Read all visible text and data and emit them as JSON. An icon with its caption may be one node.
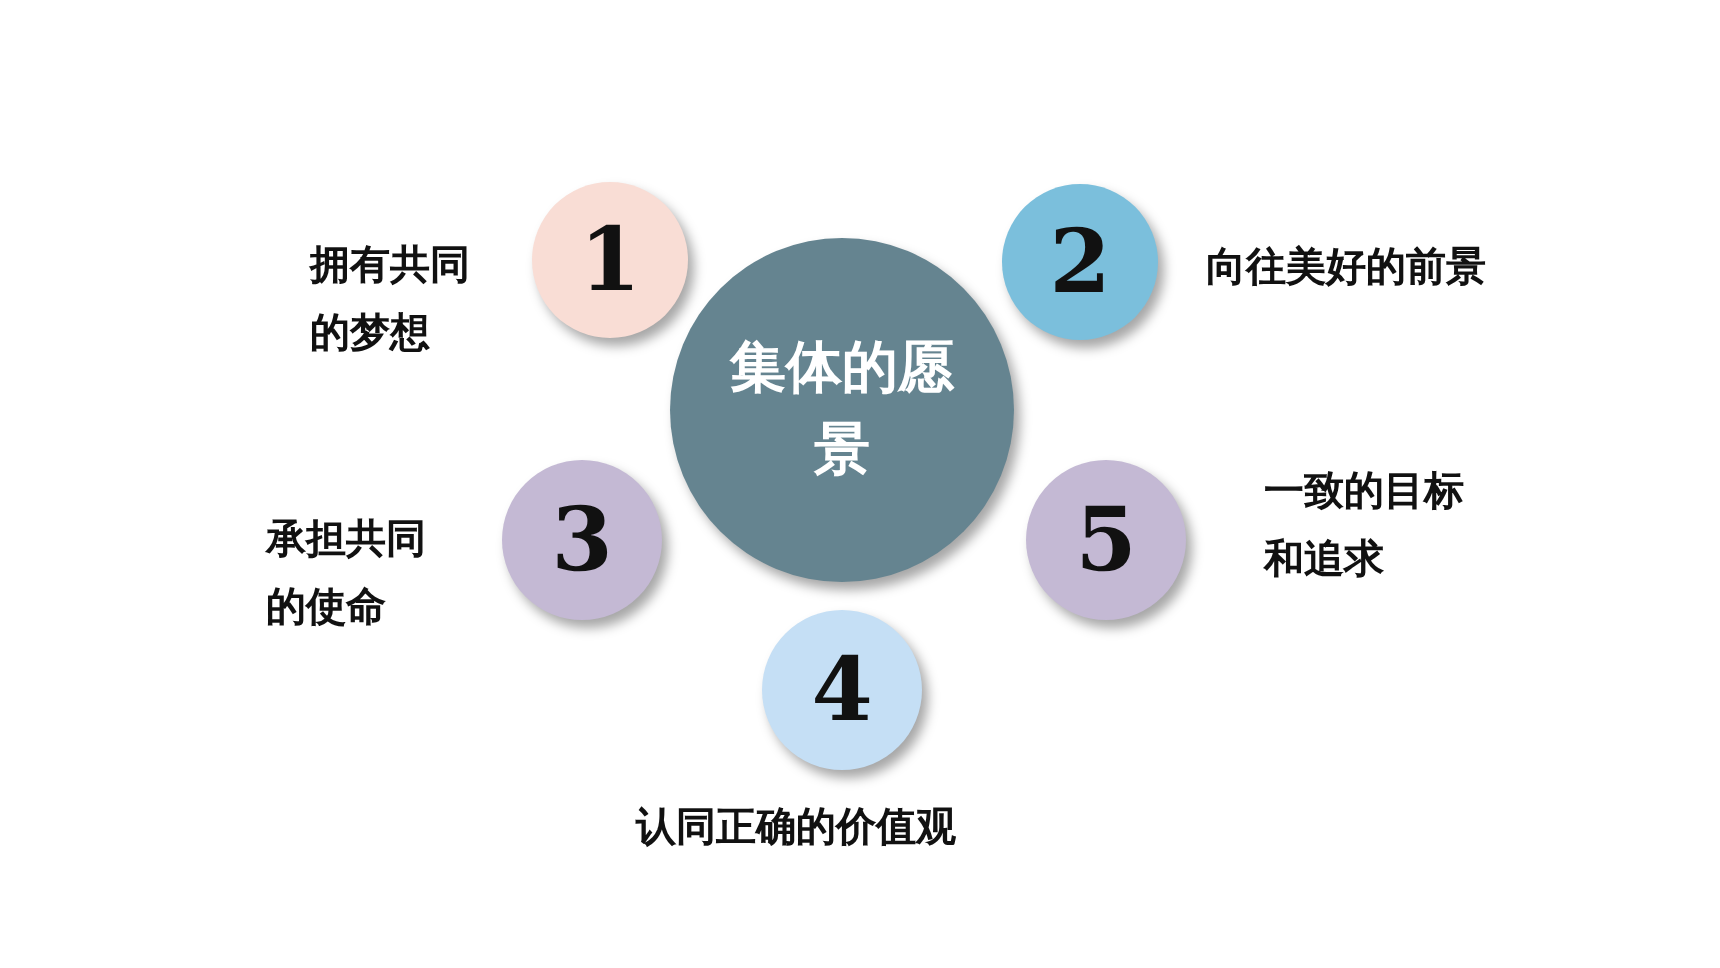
{
  "diagram": {
    "nodes": [
      {
        "text": [
          "集体的愿景"
        ]
      },
      {
        "text": [
          "1"
        ],
        "beside": [
          "拥有共同的梦想"
        ]
      },
      {
        "text": [
          "2"
        ],
        "beside": [
          "向往美好的前景"
        ]
      },
      {
        "text": [
          "3"
        ],
        "beside": [
          "承担共同的使命"
        ]
      },
      {
        "text": [
          "4"
        ],
        "beside": [
          "认同正确的价值观"
        ]
      },
      {
        "text": [
          "5"
        ],
        "beside": [
          "一致的目标和追求"
        ]
      }
    ]
  }
}
